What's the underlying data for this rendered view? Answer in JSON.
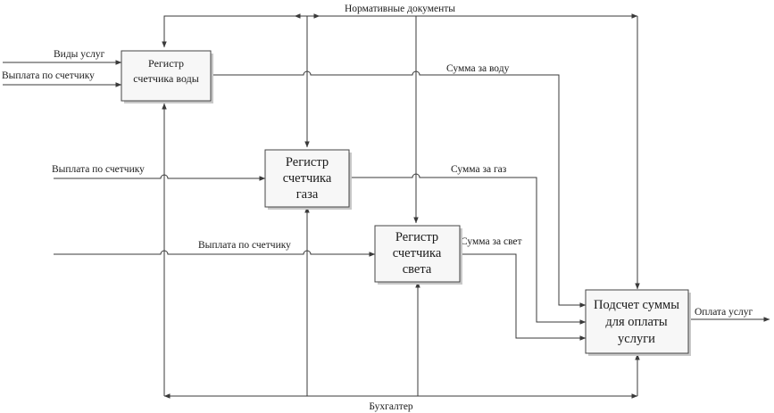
{
  "diagram": {
    "boxes": {
      "water": {
        "line1": "Регистр",
        "line2": "счетчика воды"
      },
      "gas": {
        "line1": "Регистр",
        "line2": "счетчика",
        "line3": "газа"
      },
      "light": {
        "line1": "Регистр",
        "line2": "счетчика",
        "line3": "света"
      },
      "total": {
        "line1": "Подсчет суммы",
        "line2": "для оплаты",
        "line3": "услуги"
      }
    },
    "labels": {
      "controls": "Нормативные документы",
      "mechanism": "Бухгалтер",
      "service_types": "Виды услуг",
      "meter_payment_water": "Выплата по счетчику",
      "meter_payment_gas": "Выплата по счетчику",
      "meter_payment_light": "Выплата по счетчику",
      "sum_water": "Сумма за воду",
      "sum_gas": "Сумма за газ",
      "sum_light": "Сумма за свет",
      "output": "Оплата услуг"
    }
  }
}
